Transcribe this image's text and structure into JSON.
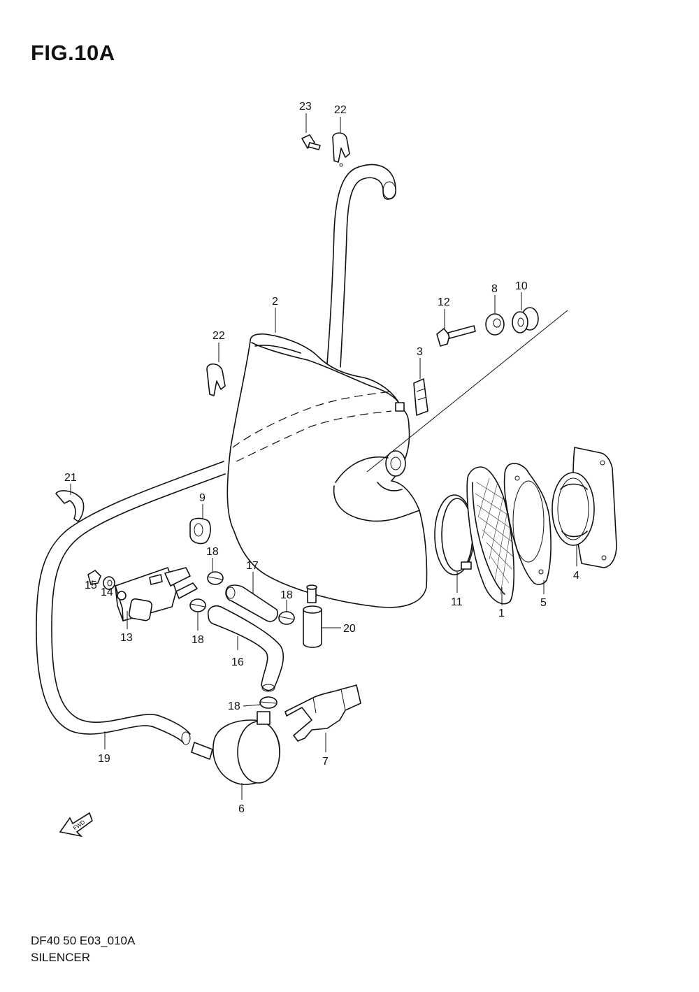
{
  "figure": {
    "title": "FIG.10A",
    "code": "DF40 50 E03_010A",
    "name": "SILENCER",
    "direction_badge": "FWD"
  },
  "callouts": [
    {
      "id": "c23a",
      "label": "23"
    },
    {
      "id": "c22a",
      "label": "22"
    },
    {
      "id": "c2",
      "label": "2"
    },
    {
      "id": "c22b",
      "label": "22"
    },
    {
      "id": "c12",
      "label": "12"
    },
    {
      "id": "c8",
      "label": "8"
    },
    {
      "id": "c10",
      "label": "10"
    },
    {
      "id": "c3",
      "label": "3"
    },
    {
      "id": "c21",
      "label": "21"
    },
    {
      "id": "c9",
      "label": "9"
    },
    {
      "id": "c18a",
      "label": "18"
    },
    {
      "id": "c17",
      "label": "17"
    },
    {
      "id": "c15",
      "label": "15"
    },
    {
      "id": "c14",
      "label": "14"
    },
    {
      "id": "c18b",
      "label": "18"
    },
    {
      "id": "c13",
      "label": "13"
    },
    {
      "id": "c18c",
      "label": "18"
    },
    {
      "id": "c16",
      "label": "16"
    },
    {
      "id": "c20",
      "label": "20"
    },
    {
      "id": "c11",
      "label": "11"
    },
    {
      "id": "c1",
      "label": "1"
    },
    {
      "id": "c5",
      "label": "5"
    },
    {
      "id": "c4",
      "label": "4"
    },
    {
      "id": "c18d",
      "label": "18"
    },
    {
      "id": "c19",
      "label": "19"
    },
    {
      "id": "c7",
      "label": "7"
    },
    {
      "id": "c6",
      "label": "6"
    }
  ]
}
